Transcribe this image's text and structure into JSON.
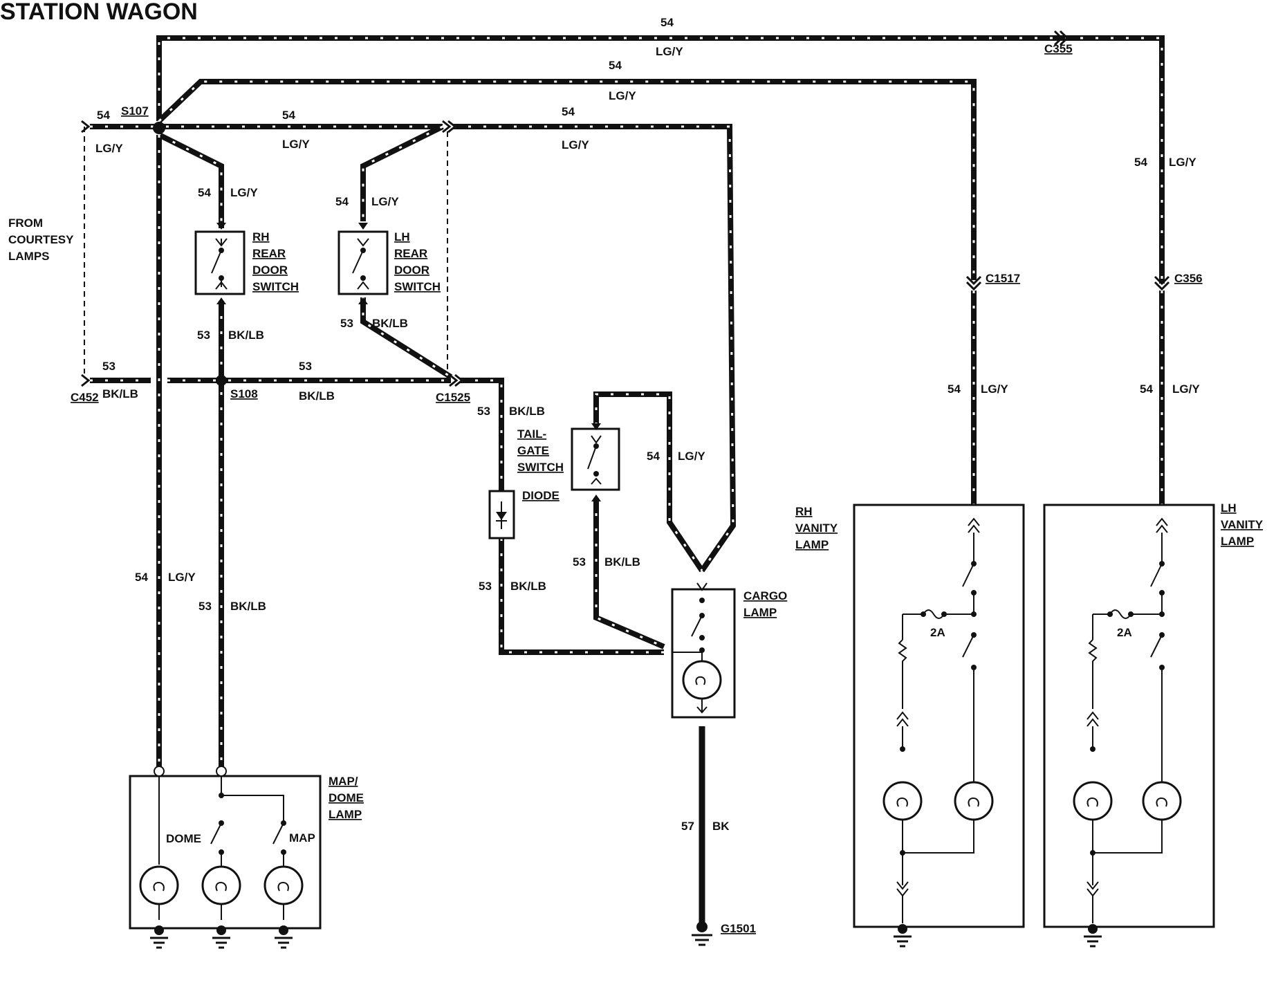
{
  "title": "STATION WAGON",
  "from_courtesy_lamps": [
    "FROM",
    "COURTESY",
    "LAMPS"
  ],
  "circuits": {
    "c54": "54",
    "c53": "53",
    "c57": "57",
    "lgy": "LG/Y",
    "bklb": "BK/LB",
    "bk": "BK"
  },
  "connectors": {
    "s107": "S107",
    "s108": "S108",
    "c452": "C452",
    "c1525": "C1525",
    "c355": "C355",
    "c1517": "C1517",
    "c356": "C356",
    "g1501": "G1501"
  },
  "components": {
    "rh_rear_door_switch": [
      "RH",
      "REAR",
      "DOOR",
      "SWITCH"
    ],
    "lh_rear_door_switch": [
      "LH",
      "REAR",
      "DOOR",
      "SWITCH"
    ],
    "tailgate_switch": [
      "TAIL-",
      "GATE",
      "SWITCH"
    ],
    "diode": "DIODE",
    "cargo_lamp": [
      "CARGO",
      "LAMP"
    ],
    "map_dome_lamp": [
      "MAP/",
      "DOME",
      "LAMP"
    ],
    "dome": "DOME",
    "map": "MAP",
    "rh_vanity_lamp": [
      "RH",
      "VANITY",
      "LAMP"
    ],
    "lh_vanity_lamp": [
      "LH",
      "VANITY",
      "LAMP"
    ],
    "fuse_2a": "2A"
  }
}
